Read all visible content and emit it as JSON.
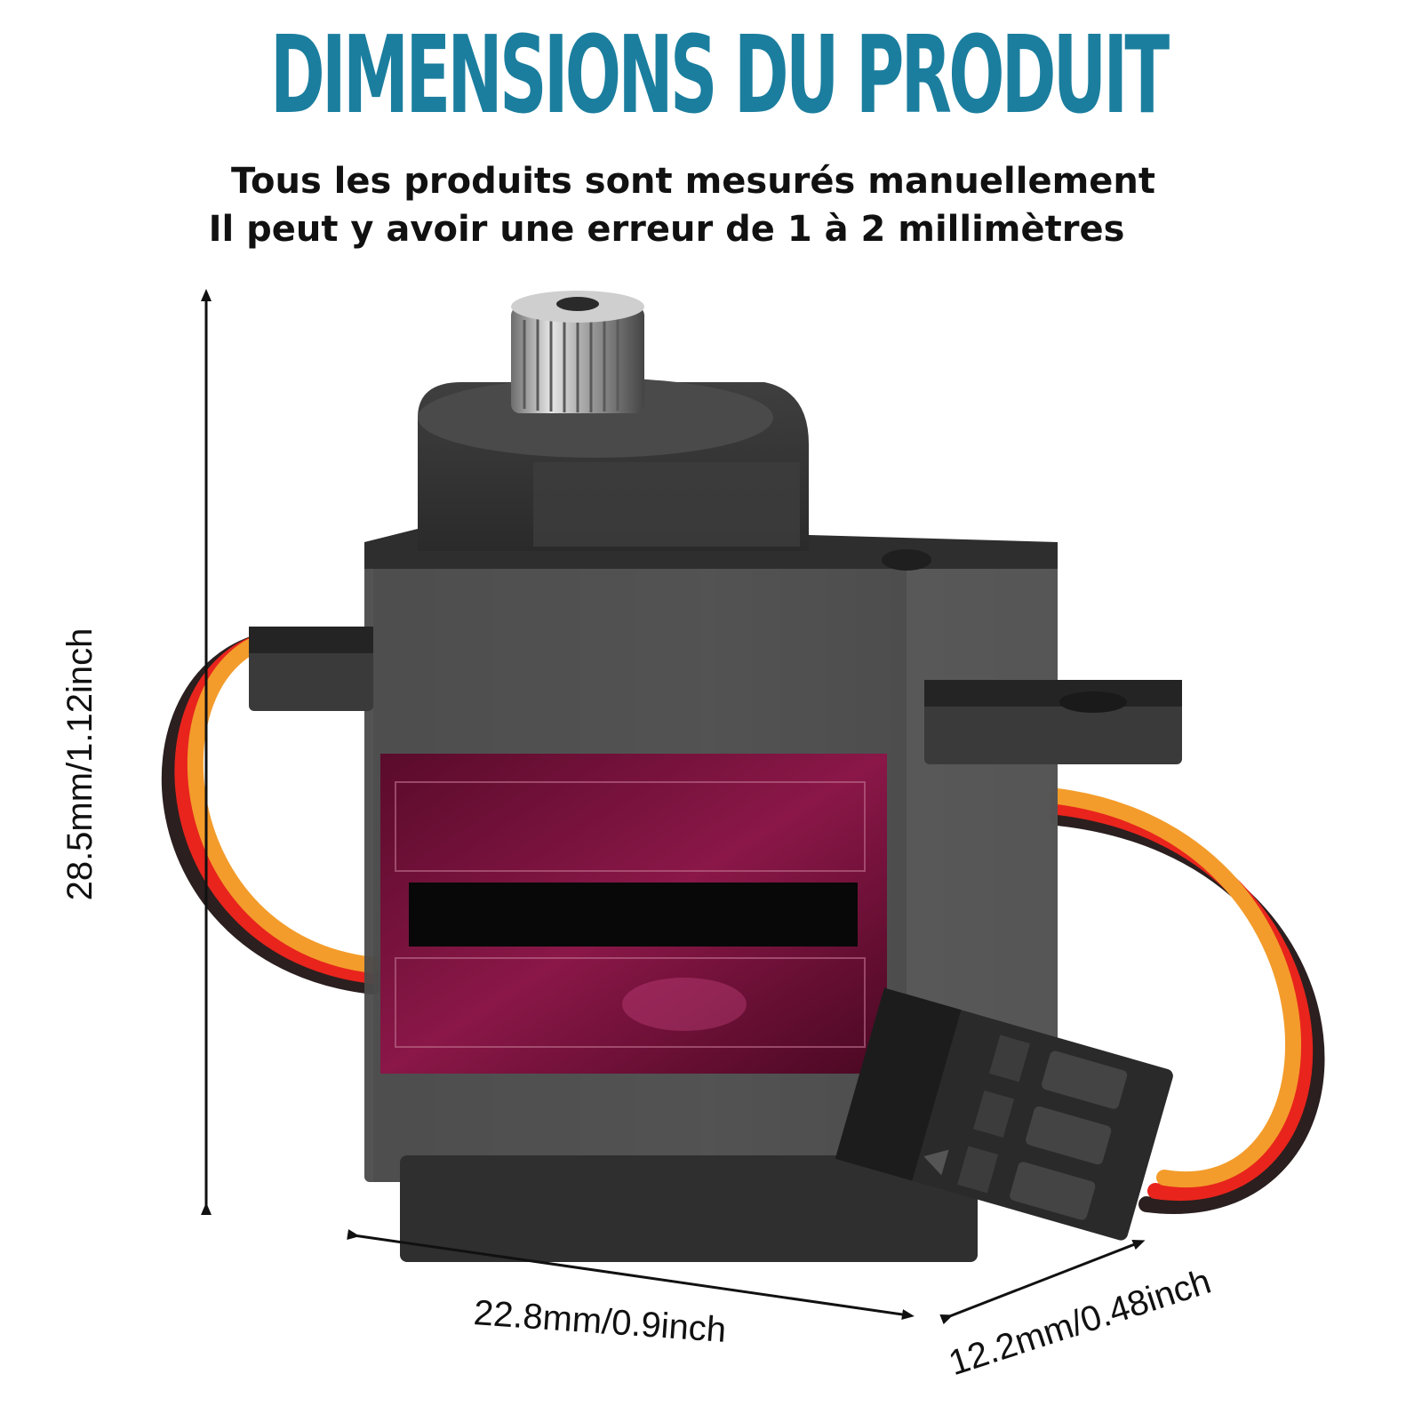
{
  "header": {
    "title": "DIMENSIONS DU PRODUIT",
    "note_line1": "Tous les produits sont mesurés manuellement",
    "note_line2": "Il peut y avoir une erreur de 1 à 2 millimètres"
  },
  "dimensions": {
    "height": "28.5mm/1.12inch",
    "width": "22.8mm/0.9inch",
    "depth": "12.2mm/0.48inch"
  },
  "colors": {
    "title": "#1b7e9e",
    "text": "#111111",
    "case": "#3a3a3a",
    "label": "#7a0f3e",
    "wire_orange": "#f39c2b",
    "wire_red": "#e8241d",
    "wire_brown": "#2b1f1f"
  }
}
